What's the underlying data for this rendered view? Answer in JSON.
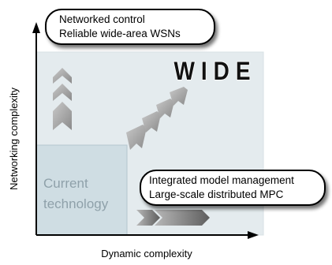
{
  "diagram": {
    "title": "WIDE",
    "x_axis_label": "Dynamic complexity",
    "y_axis_label": "Networking complexity",
    "current_region": {
      "lines": [
        "Current",
        "technology"
      ]
    },
    "callout_top": {
      "lines": [
        "Networked control",
        "Reliable wide-area WSNs"
      ]
    },
    "callout_right": {
      "lines": [
        "Integrated model management",
        "Large-scale distributed MPC"
      ]
    },
    "colors": {
      "outer_region": "#e4ebee",
      "outer_region_border": "#d7e0e4",
      "inner_region": "#cfdde3",
      "inner_region_border": "#b3c6cf",
      "inner_text": "#8fa1aa",
      "chevron_light": "#b5b5b5",
      "chevron_dark": "#7a7a7a",
      "axis": "#000000",
      "callout_fill": "#ffffff",
      "callout_border": "#000000",
      "shadow": "#9a9a9a"
    }
  }
}
